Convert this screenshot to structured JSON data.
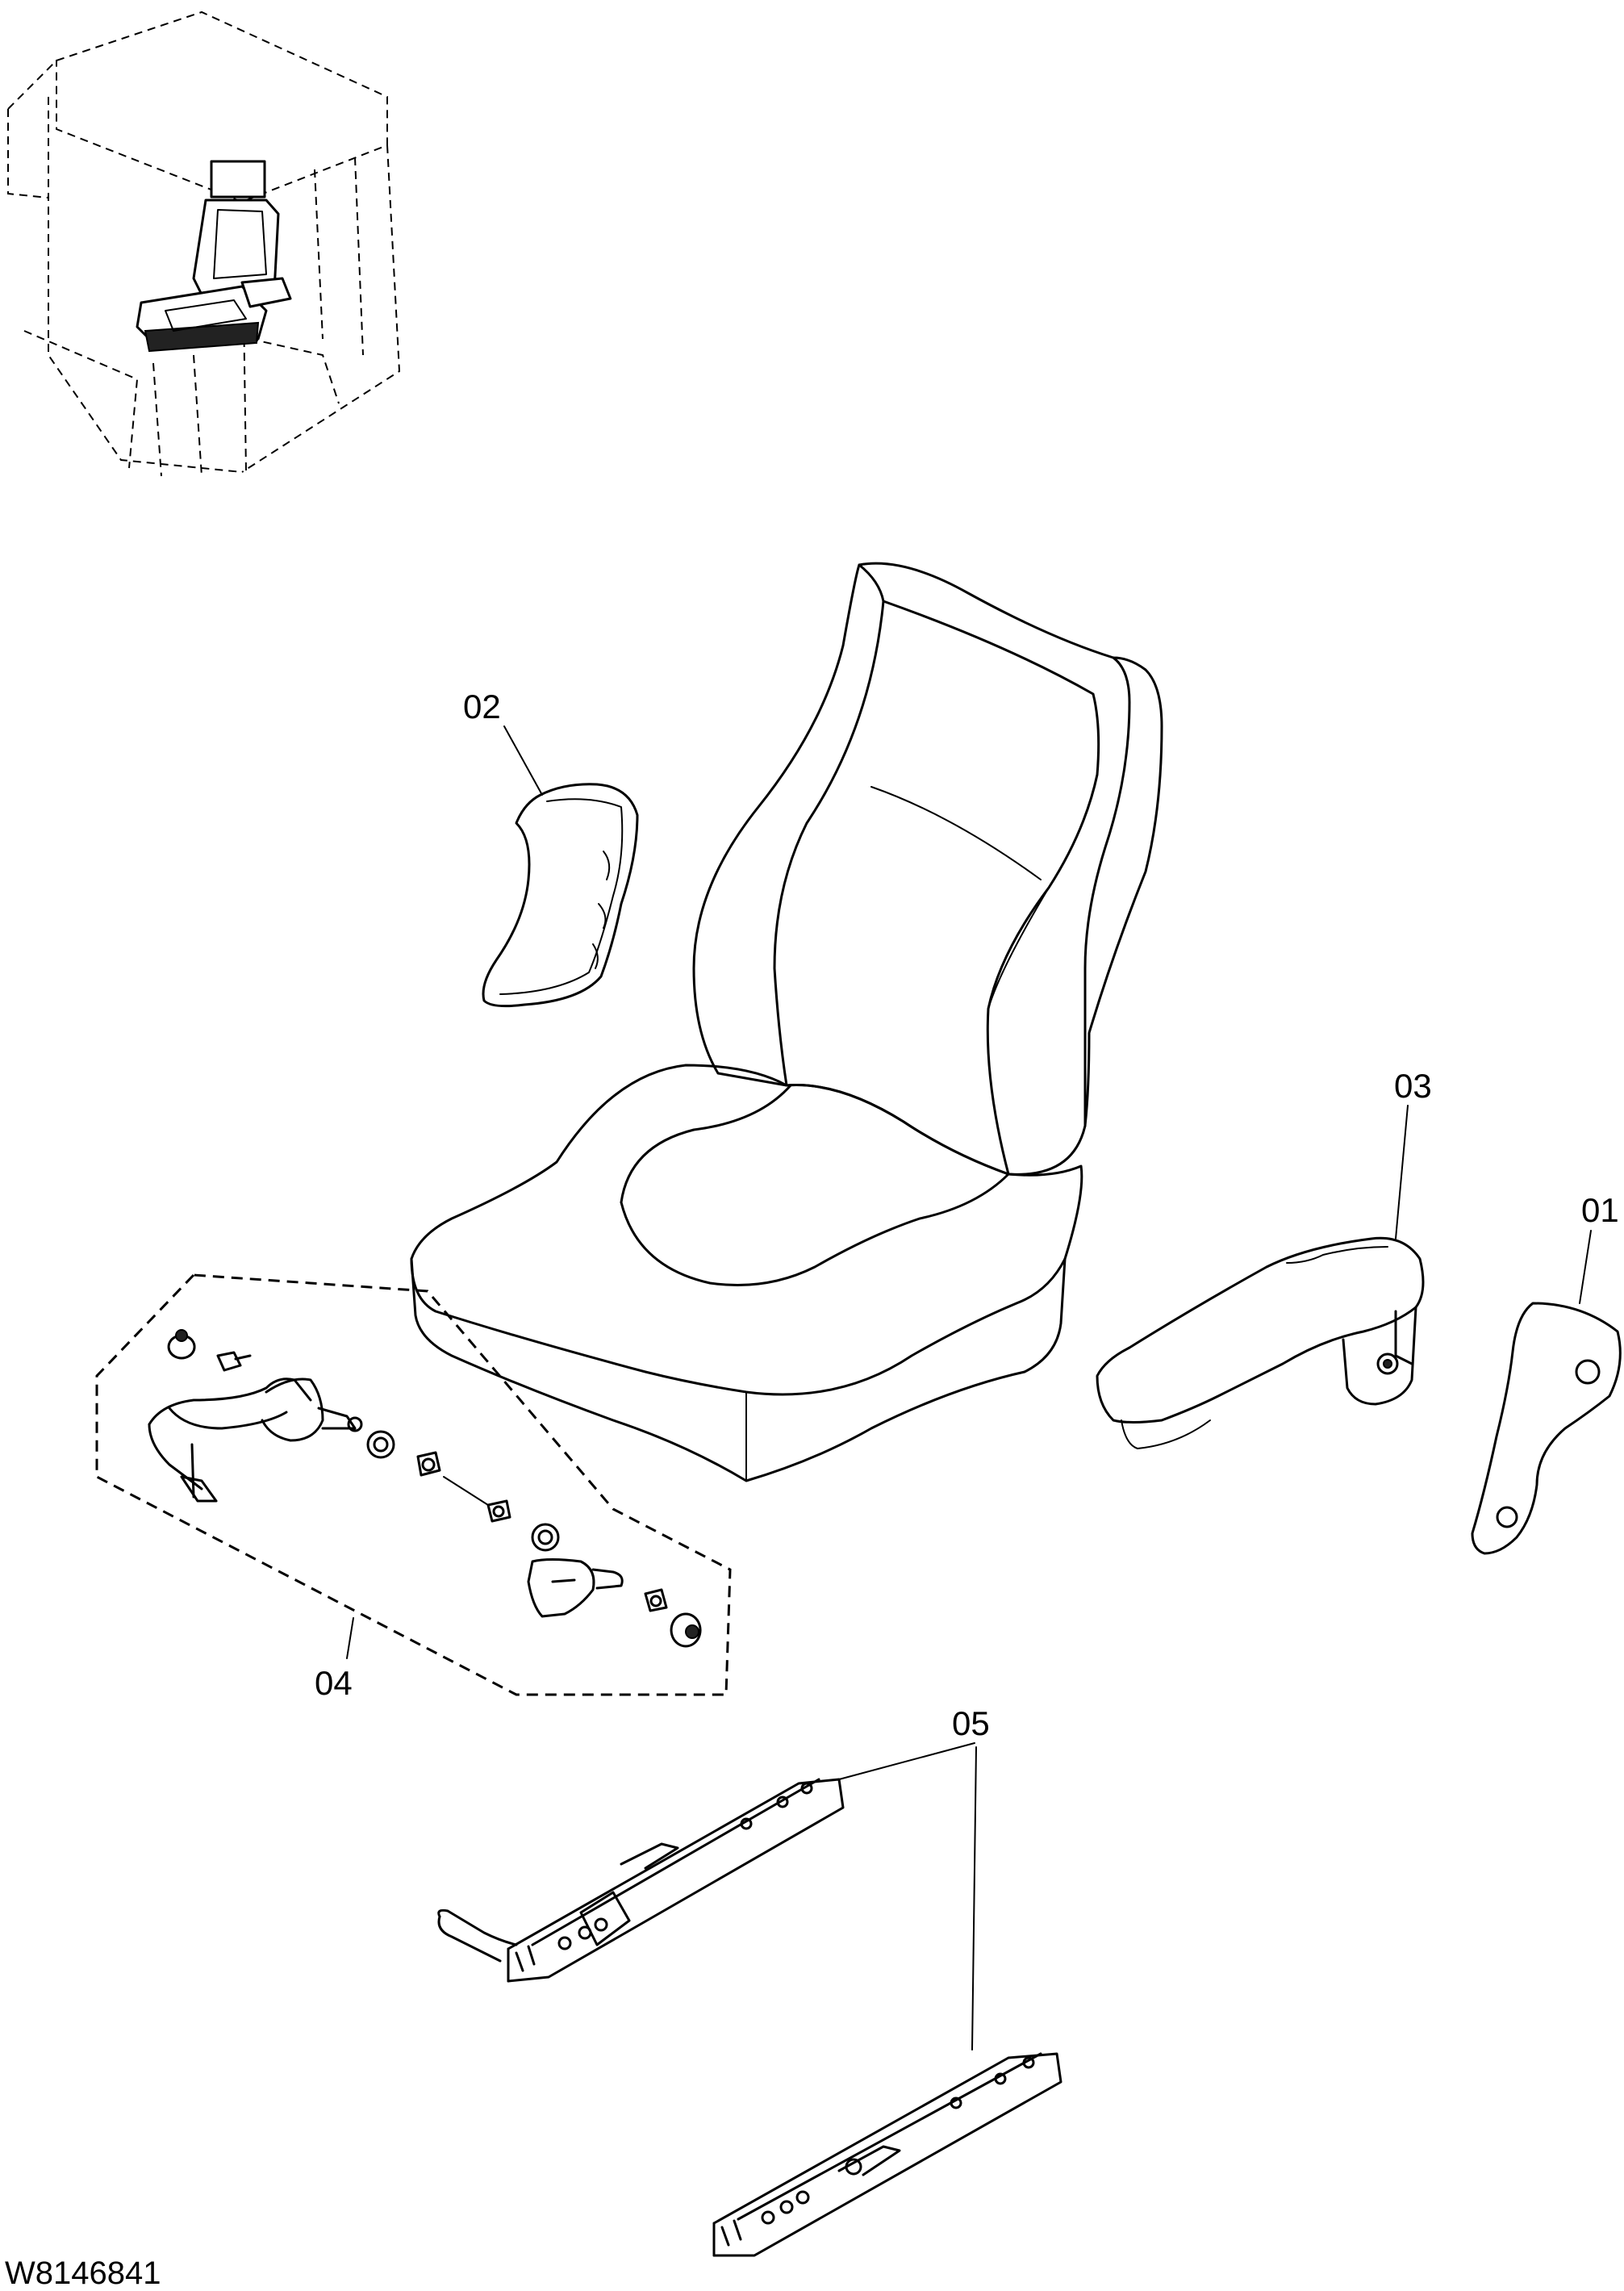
{
  "diagram": {
    "callouts": {
      "p01": "01",
      "p02": "02",
      "p03": "03",
      "p04": "04",
      "p05": "05"
    },
    "drawing_number": "W8146841"
  }
}
